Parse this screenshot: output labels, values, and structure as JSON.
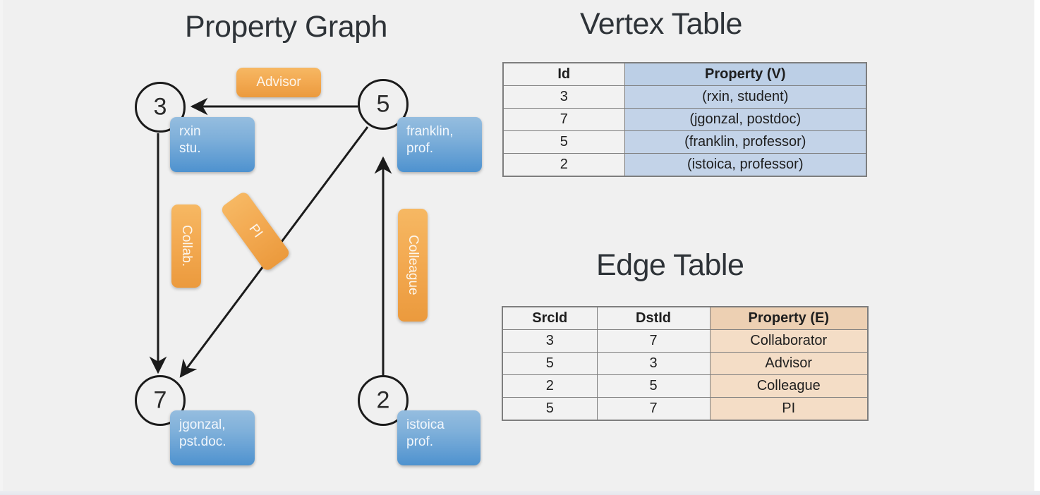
{
  "titles": {
    "property_graph": "Property Graph",
    "vertex_table": "Vertex Table",
    "edge_table": "Edge Table"
  },
  "graph": {
    "nodes": [
      {
        "id": "3",
        "label": "rxin\nstu."
      },
      {
        "id": "5",
        "label": "franklin,\nprof."
      },
      {
        "id": "7",
        "label": "jgonzal,\npst.doc."
      },
      {
        "id": "2",
        "label": "istoica\nprof."
      }
    ],
    "edge_labels": [
      {
        "text": "Advisor",
        "orientation": "horizontal"
      },
      {
        "text": "Collab.",
        "orientation": "vertical"
      },
      {
        "text": "PI",
        "orientation": "tilted"
      },
      {
        "text": "Colleague",
        "orientation": "vertical"
      }
    ],
    "edges": [
      {
        "src": "5",
        "dst": "3",
        "label": "Advisor"
      },
      {
        "src": "3",
        "dst": "7",
        "label": "Collab."
      },
      {
        "src": "5",
        "dst": "7",
        "label": "PI"
      },
      {
        "src": "2",
        "dst": "5",
        "label": "Colleague"
      }
    ]
  },
  "vertex_table": {
    "headers": [
      "Id",
      "Property (V)"
    ],
    "rows": [
      {
        "id": "3",
        "property": "(rxin, student)"
      },
      {
        "id": "7",
        "property": "(jgonzal, postdoc)"
      },
      {
        "id": "5",
        "property": "(franklin, professor)"
      },
      {
        "id": "2",
        "property": "(istoica, professor)"
      }
    ]
  },
  "edge_table": {
    "headers": [
      "SrcId",
      "DstId",
      "Property (E)"
    ],
    "rows": [
      {
        "src": "3",
        "dst": "7",
        "property": "Collaborator"
      },
      {
        "src": "5",
        "dst": "3",
        "property": "Advisor"
      },
      {
        "src": "2",
        "dst": "5",
        "property": "Colleague"
      },
      {
        "src": "5",
        "dst": "7",
        "property": "PI"
      }
    ]
  },
  "colors": {
    "background": "#f0f0f0",
    "vertex_label_fill": "#7fb0da",
    "edge_label_fill": "#f3aa52",
    "vertex_cell_fill": "#c3d3e8",
    "edge_cell_fill": "#f4ddc6",
    "table_border": "#7e7e7e",
    "stroke": "#1b1b1b"
  }
}
